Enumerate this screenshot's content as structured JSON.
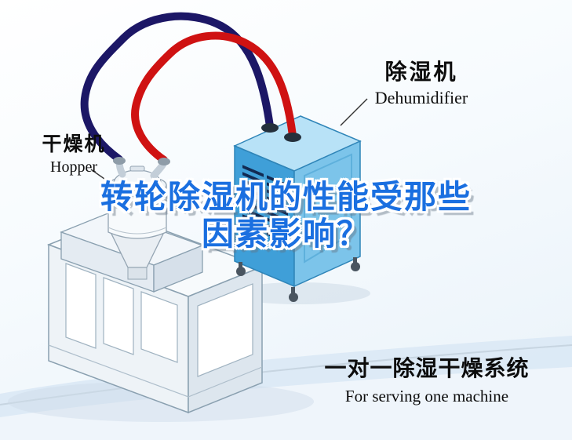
{
  "labels": {
    "dehumidifier": {
      "zh": "除湿机",
      "en": "Dehumidifier"
    },
    "hopper": {
      "zh": "干燥机",
      "en": "Hopper"
    }
  },
  "headline": {
    "line1": "转轮除湿机的性能受那些",
    "line2": "因素影响？"
  },
  "caption": {
    "zh": "一对一除湿干燥系统",
    "en": "For serving one machine"
  },
  "colors": {
    "headline_blue": "#1a6fe0",
    "pipe_red": "#cf1212",
    "pipe_navy": "#1c1766",
    "dehumidifier_front": "#3f9fd8",
    "dehumidifier_side": "#7cc4ea",
    "dehumidifier_top": "#b8e2f7",
    "background_tint": "#e9f2f9"
  },
  "icons": {
    "dehumidifier_unit": "blue-isometric-cabinet-with-vents",
    "hopper_unit": "white-hopper-dryer-on-machine",
    "pipes": "red-and-navy-flex-hoses"
  }
}
